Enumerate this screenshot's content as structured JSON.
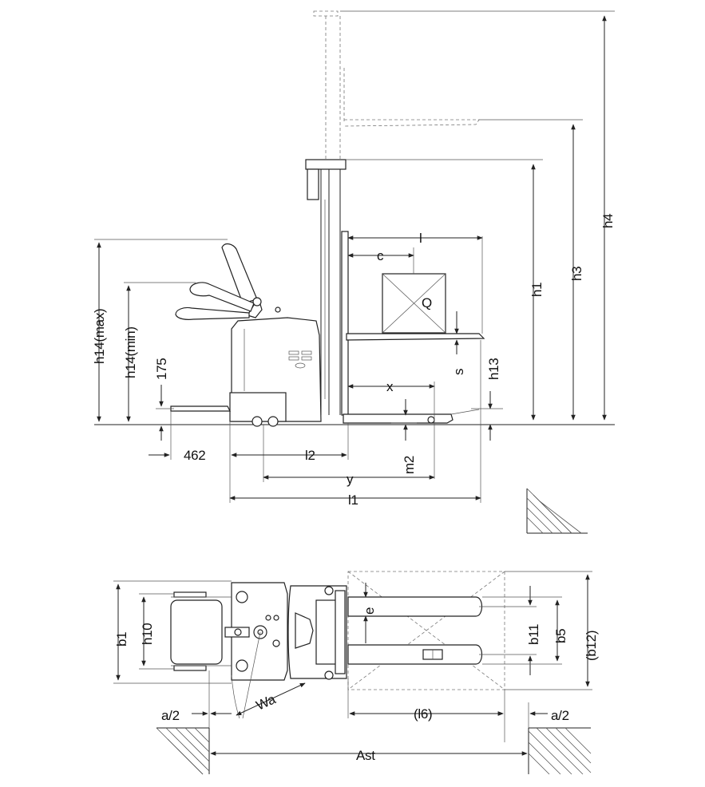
{
  "side_view": {
    "labels": {
      "h4": "h4",
      "h3": "h3",
      "h1": "h1",
      "h13": "h13",
      "h14max": "h14(max)",
      "h14min": "h14(min)",
      "d175": "175",
      "d462": "462",
      "l": "l",
      "c": "c",
      "s": "s",
      "x": "x",
      "l2": "l2",
      "y": "y",
      "m2": "m2",
      "l1": "l1",
      "load": "Q"
    }
  },
  "top_view": {
    "labels": {
      "b1": "b1",
      "h10": "h10",
      "e": "e",
      "b11": "b11",
      "b5": "b5",
      "b12": "(b12)",
      "wa": "Wa",
      "a2_left": "a/2",
      "l6": "(l6)",
      "a2_right": "a/2",
      "ast": "Ast"
    }
  }
}
